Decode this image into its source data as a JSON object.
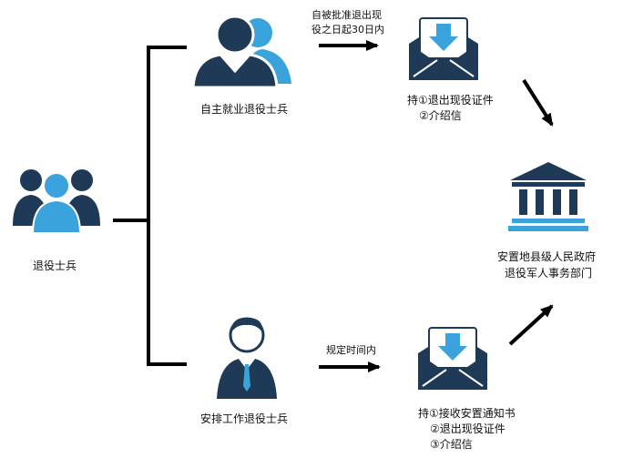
{
  "colors": {
    "navy": "#1e3a56",
    "blue": "#3ba3db",
    "line": "#000000"
  },
  "veterans": {
    "label": "退役士兵",
    "icon": "group-icon"
  },
  "self_employed": {
    "label": "自主就业退役士兵",
    "icon": "person-icon"
  },
  "assigned_work": {
    "label": "安排工作退役士兵",
    "icon": "businessman-icon"
  },
  "top_arrow": {
    "text_line1": "自被批准退出现",
    "text_line2": "役之日起30日内"
  },
  "bottom_arrow": {
    "text": "规定时间内"
  },
  "top_docs": {
    "line1": "持①退出现役证件",
    "line2": "②介绍信",
    "icon": "mail-download-icon"
  },
  "bottom_docs": {
    "line1": "持①接收安置通知书",
    "line2": "②退出现役证件",
    "line3": "③介绍信",
    "icon": "mail-download-icon"
  },
  "authority": {
    "line1": "安置地县级人民政府",
    "line2": "退役军人事务部门",
    "icon": "government-building-icon"
  }
}
